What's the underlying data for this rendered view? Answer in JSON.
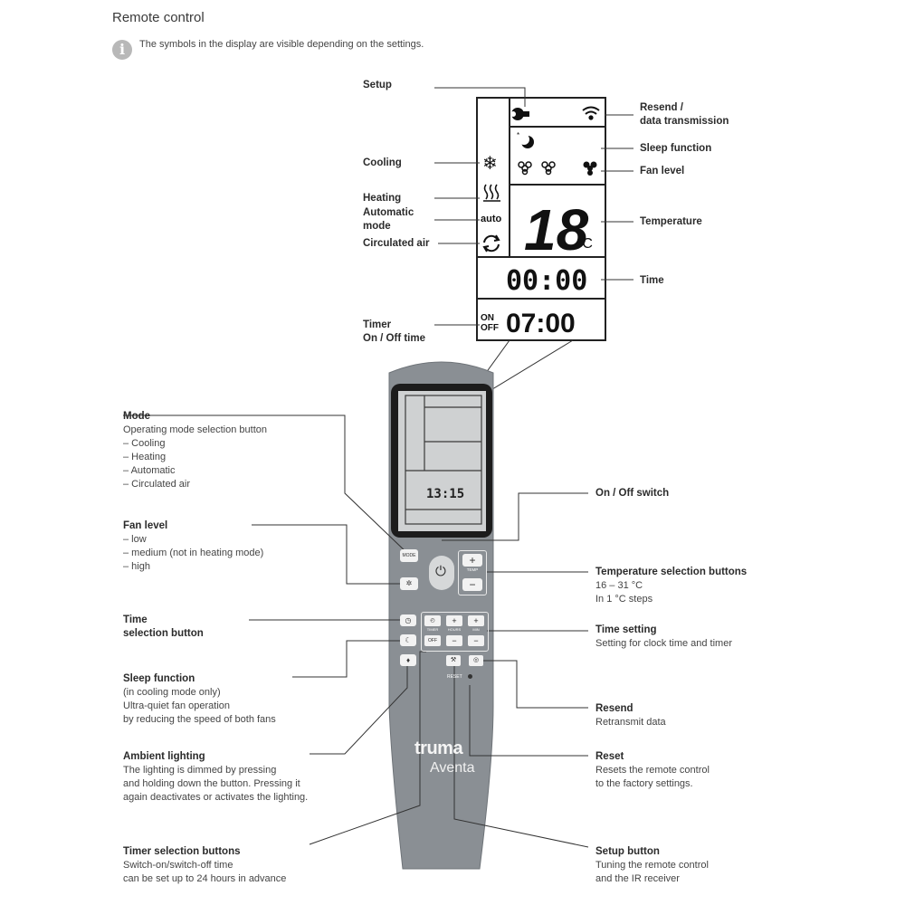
{
  "page": {
    "heading": "Remote control",
    "note": "The symbols in the display are visible depending on the settings."
  },
  "display": {
    "temperature": "18",
    "unit": "°C",
    "time": "00:00",
    "timer_time": "07:00",
    "timer_on": "ON",
    "timer_off": "OFF",
    "auto": "auto"
  },
  "display_labels": {
    "setup": "Setup",
    "cooling": "Cooling",
    "heating": "Heating",
    "automatic_mode": "Automatic\nmode",
    "circulated_air": "Circulated air",
    "timer": "Timer\nOn / Off time",
    "resend": "Resend /\ndata transmission",
    "sleep": "Sleep function",
    "fan_level": "Fan level",
    "temperature": "Temperature",
    "time": "Time"
  },
  "remote": {
    "screen_time": "13:15",
    "mode_btn": "MODE",
    "temp_btn": "TEMP",
    "timer_btn": "TIMER",
    "hours_btn": "HOURS",
    "min_btn": "MIN",
    "reset_label": "RESET",
    "brand": "truma",
    "model": "Aventa"
  },
  "callouts": {
    "mode": {
      "title": "Mode",
      "text": "Operating mode selection button\n– Cooling\n– Heating\n– Automatic\n– Circulated air"
    },
    "fan": {
      "title": "Fan level",
      "text": "– low\n– medium (not in heating mode)\n– high"
    },
    "time_sel": {
      "title": "Time\nselection button",
      "text": ""
    },
    "sleep": {
      "title": "Sleep function",
      "text": "(in cooling mode only)\nUltra-quiet fan operation\nby reducing the speed of both fans"
    },
    "ambient": {
      "title": "Ambient lighting",
      "text": "The lighting is dimmed by pressing\nand holding down the button. Pressing it\nagain deactivates or activates the lighting."
    },
    "timer_sel": {
      "title": "Timer selection buttons",
      "text": "Switch-on/switch-off time\ncan be set up to 24 hours in advance"
    },
    "onoff": {
      "title": "On / Off switch",
      "text": ""
    },
    "temp_sel": {
      "title": "Temperature selection buttons",
      "text": "16 – 31 °C\nIn 1 °C steps"
    },
    "time_set": {
      "title": "Time setting",
      "text": "Setting for clock time and timer"
    },
    "resend": {
      "title": "Resend",
      "text": "Retransmit data"
    },
    "reset": {
      "title": "Reset",
      "text": "Resets the remote control\nto the factory settings."
    },
    "setup_btn": {
      "title": "Setup button",
      "text": "Tuning the remote control\nand the IR receiver"
    }
  },
  "colors": {
    "remote_body": "#8a8f94",
    "screen": "#cfd1d2",
    "button": "#f2f2f2"
  }
}
